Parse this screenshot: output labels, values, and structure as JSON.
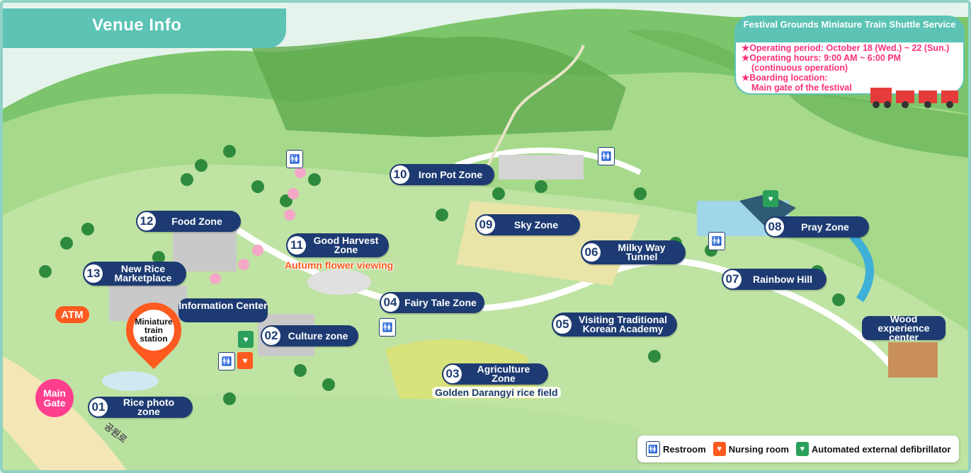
{
  "header": {
    "title": "Venue Info"
  },
  "zones": [
    {
      "num": "01",
      "label": "Rice photo zone"
    },
    {
      "num": "02",
      "label": "Culture zone"
    },
    {
      "num": "03",
      "label": "Agriculture Zone"
    },
    {
      "num": "04",
      "label": "Fairy Tale Zone"
    },
    {
      "num": "05",
      "label": "Visiting Traditional Korean Academy"
    },
    {
      "num": "06",
      "label": "Milky Way Tunnel"
    },
    {
      "num": "07",
      "label": "Rainbow Hill"
    },
    {
      "num": "08",
      "label": "Pray Zone"
    },
    {
      "num": "09",
      "label": "Sky Zone"
    },
    {
      "num": "10",
      "label": "Iron Pot Zone"
    },
    {
      "num": "11",
      "label": "Good Harvest Zone"
    },
    {
      "num": "12",
      "label": "Food Zone"
    },
    {
      "num": "13",
      "label": "New Rice Marketplace"
    }
  ],
  "places": {
    "info_center": "Information Center",
    "train_station": "Miniature train station",
    "atm": "ATM",
    "main_gate": "Main Gate",
    "wood_center": "Wood experience center",
    "autumn_flower": "Autumn flower viewing",
    "rice_field": "Golden Darangyi rice field",
    "road_name": "공원로"
  },
  "shuttle": {
    "title": "Festival Grounds Miniature Train Shuttle Service",
    "lines": [
      "★Operating period: October 18 (Wed.) ~ 22 (Sun.)",
      "★Operating hours: 9:00 AM ~ 6:00 PM",
      "(continuous operation)",
      "★Boarding location:",
      "Main gate of the festival"
    ]
  },
  "legend": [
    {
      "icon": "restroom-icon",
      "label": "Restroom",
      "color": "#1d3b72"
    },
    {
      "icon": "nursing-room-icon",
      "label": "Nursing room",
      "color": "#ff5a1f"
    },
    {
      "icon": "defibrillator-icon",
      "label": "Automated external defibrillator",
      "color": "#2aa05a"
    }
  ],
  "colors": {
    "zone_badge": "#1d3b72",
    "accent": "#5cc3b5",
    "highlight": "#ff5a1f",
    "main_gate": "#ff3f8e"
  }
}
